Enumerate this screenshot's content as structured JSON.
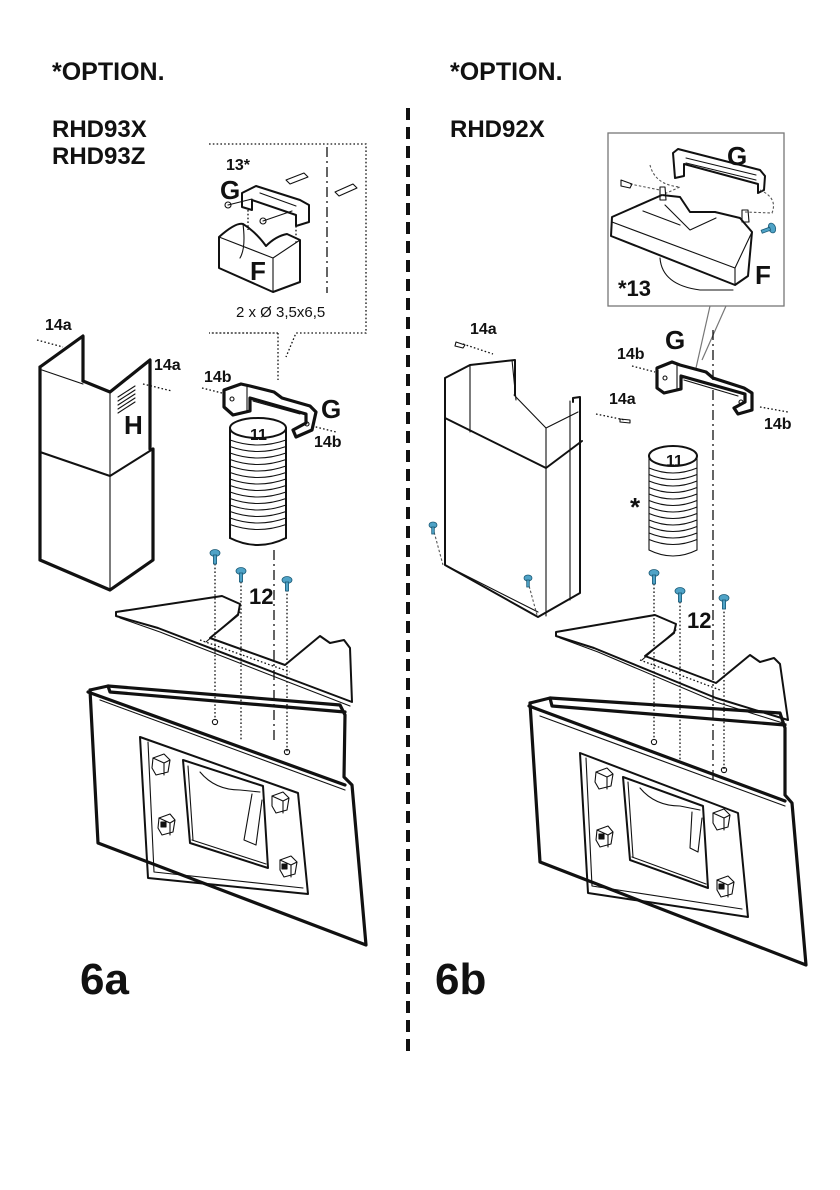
{
  "left_panel": {
    "option_heading": "*OPTION.",
    "models": [
      "RHD93X",
      "RHD93Z"
    ],
    "figure_label": "6a",
    "callout": {
      "item_label": "13*",
      "bracket_label": "G",
      "filter_label": "F",
      "screw_spec": "2 x Ø 3,5x6,5"
    },
    "labels": {
      "chimney_fix_left": "14a",
      "chimney_fix_right": "14a",
      "chimney": "H",
      "bracket_fix_left": "14b",
      "bracket": "G",
      "bracket_fix_right": "14b",
      "duct": "11",
      "screws": "12"
    }
  },
  "right_panel": {
    "option_heading": "*OPTION.",
    "models": [
      "RHD92X"
    ],
    "figure_label": "6b",
    "callout": {
      "item_label": "*13",
      "bracket_label": "G",
      "filter_label": "F"
    },
    "labels": {
      "chimney_fix_left": "14a",
      "chimney_fix_right": "14a",
      "bracket": "G",
      "bracket_fix_left": "14b",
      "bracket_fix_right": "14b",
      "duct": "11",
      "duct_optional_mark": "*",
      "screws": "12"
    }
  },
  "colors": {
    "ink": "#111111",
    "screw": "#4fa3c7",
    "background": "#ffffff"
  }
}
